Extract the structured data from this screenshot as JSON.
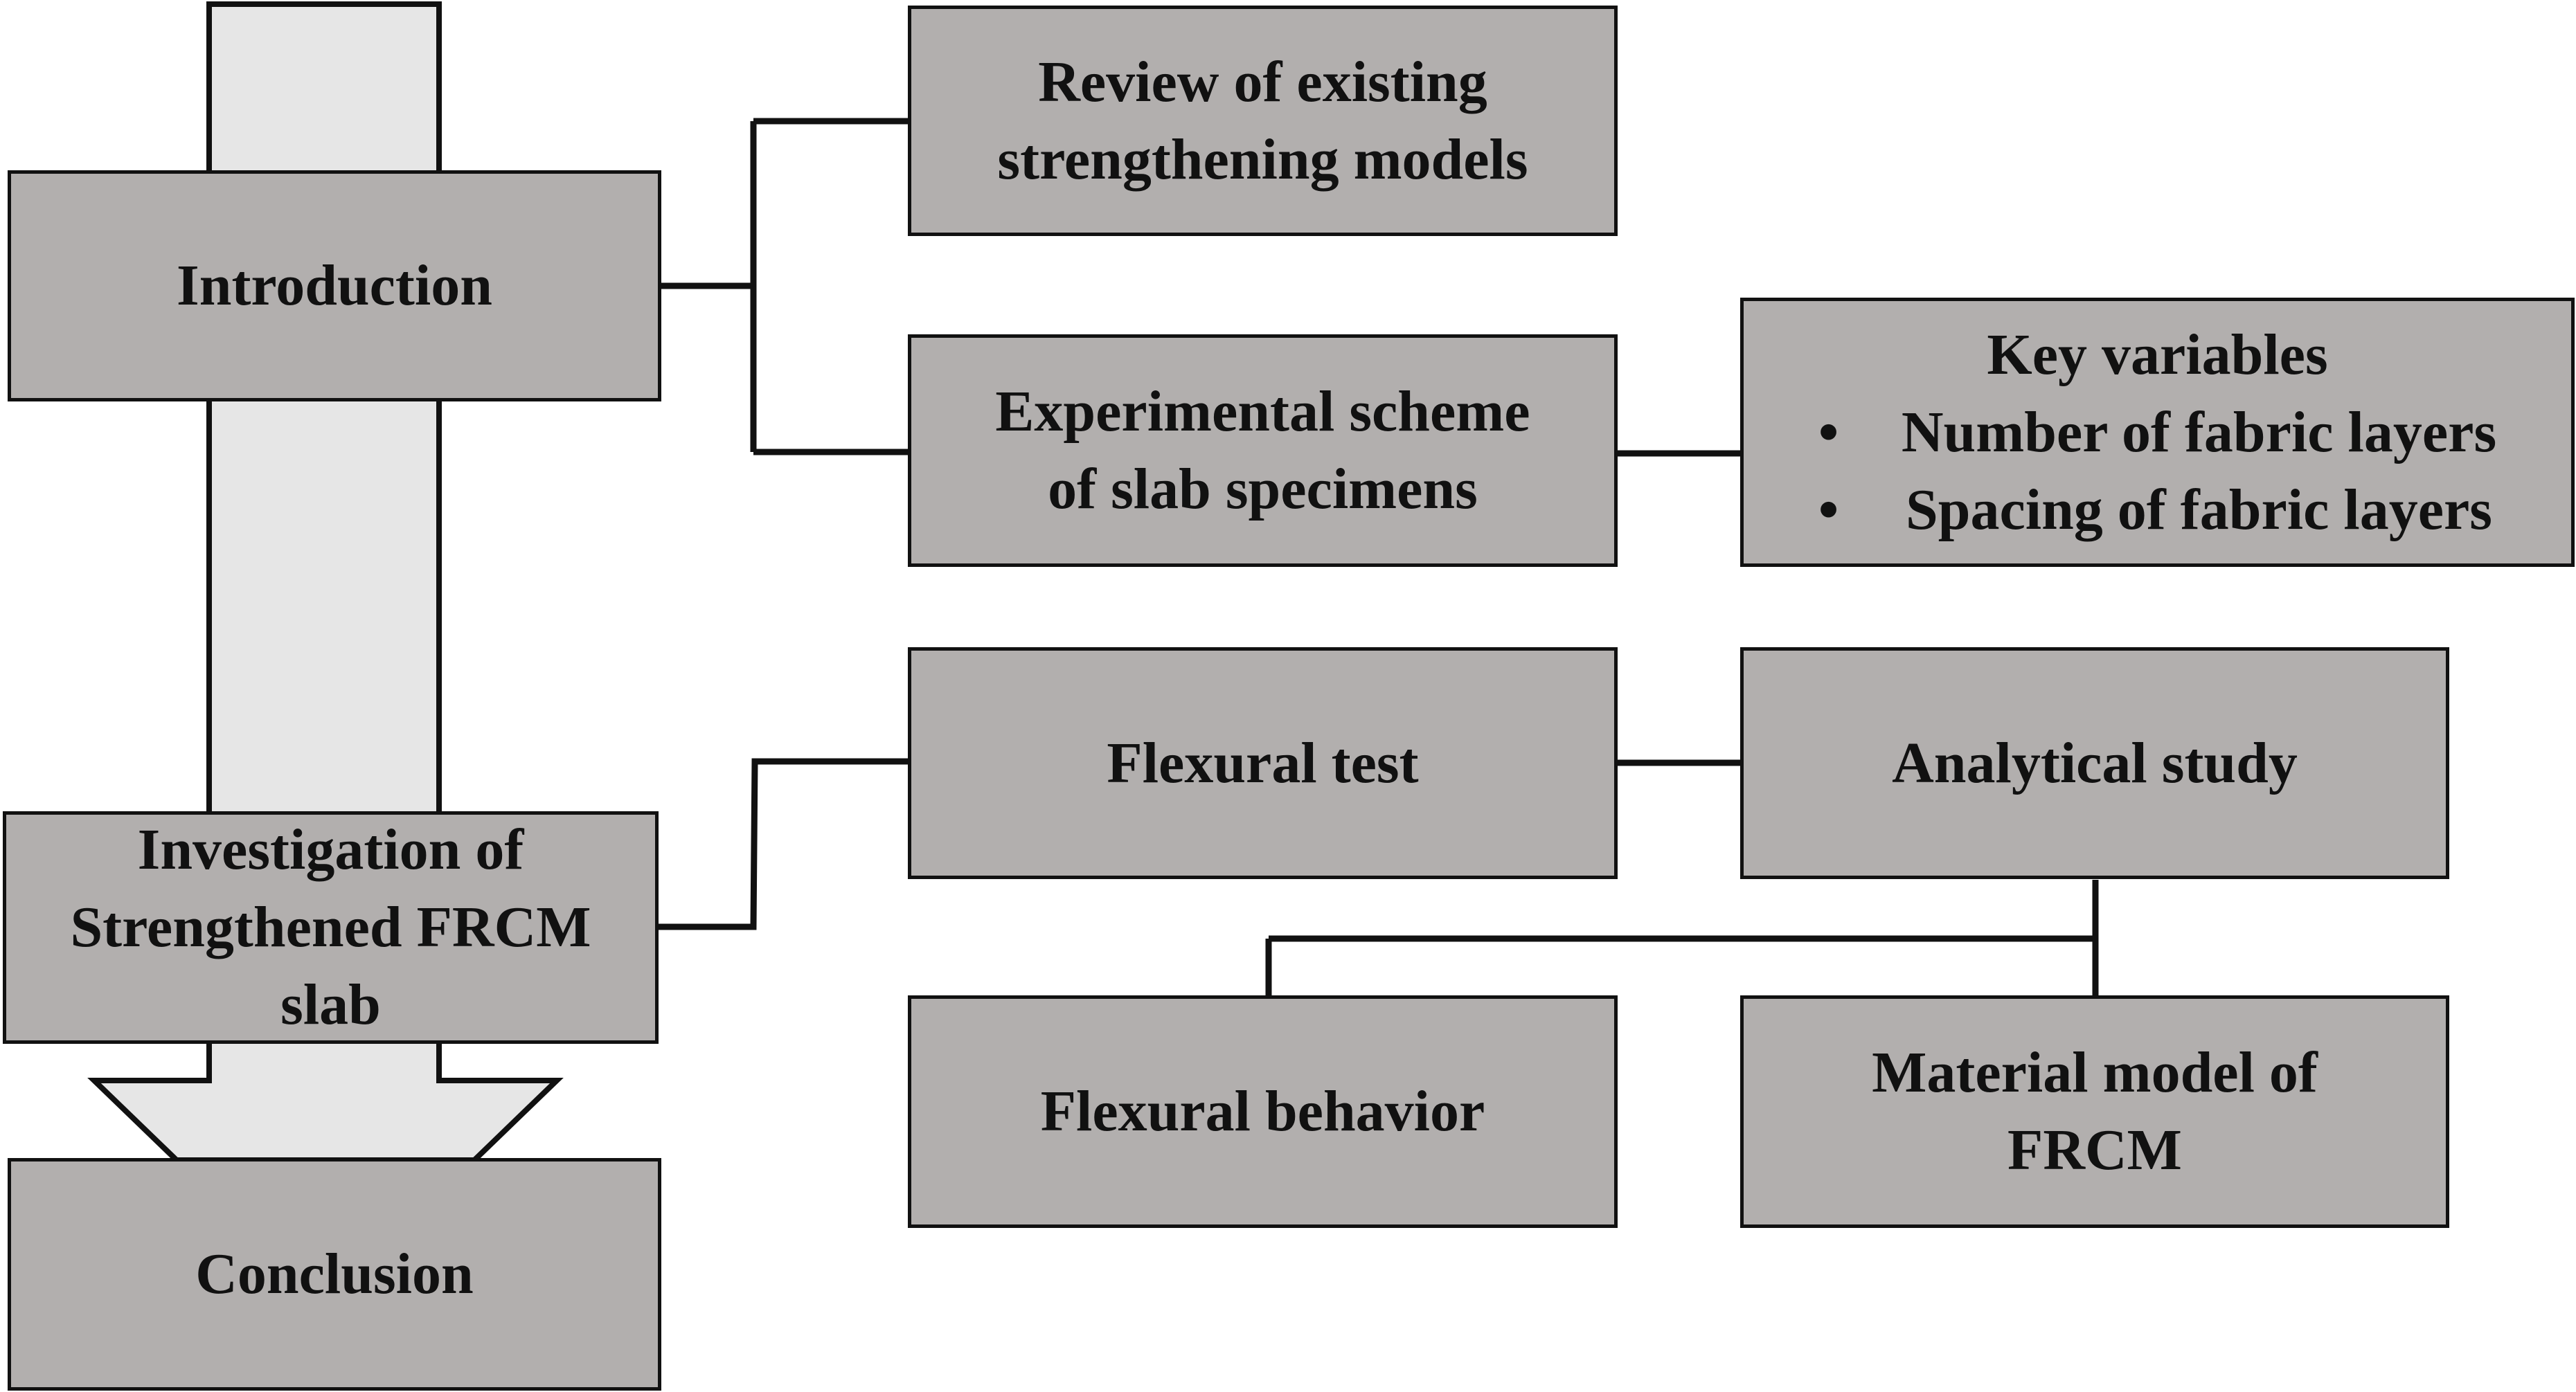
{
  "colors": {
    "box_fill": "#b2afae",
    "arrow_fill": "#e6e6e6",
    "line": "#111111"
  },
  "boxes": {
    "introduction": [
      "Introduction"
    ],
    "review": [
      "Review of existing",
      "strengthening models"
    ],
    "experimental": [
      "Experimental scheme",
      "of slab specimens"
    ],
    "key_variables": {
      "title": "Key variables",
      "bullet": "•",
      "items": [
        "Number of fabric layers",
        "Spacing of fabric layers"
      ]
    },
    "investigation": [
      "Investigation of",
      "Strengthened FRCM",
      "slab"
    ],
    "flexural_test": [
      "Flexural test"
    ],
    "analytical": [
      "Analytical study"
    ],
    "flexural_behavior": [
      "Flexural behavior"
    ],
    "material_model": [
      "Material model of",
      "FRCM"
    ],
    "conclusion": [
      "Conclusion"
    ]
  }
}
